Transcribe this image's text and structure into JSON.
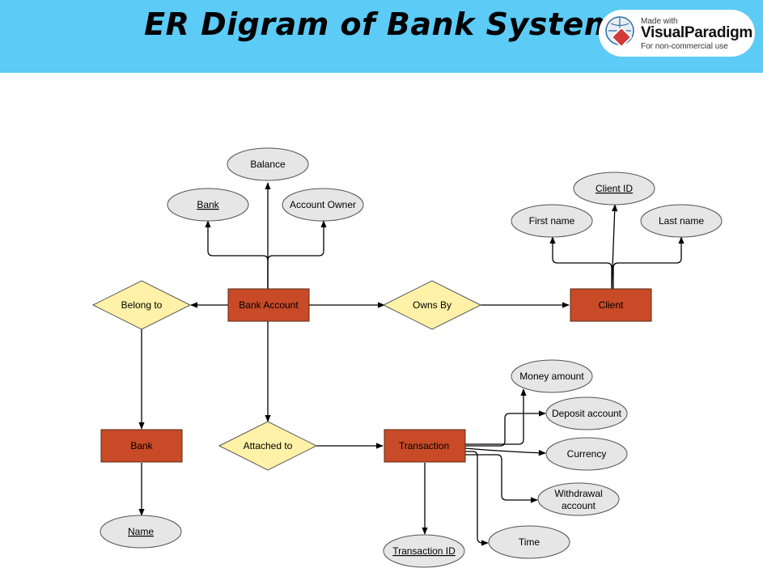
{
  "title": "ER Digram of Bank System",
  "badge": {
    "line1": "Made with",
    "line2": "VisualParadigm",
    "line3": "For non-commercial use",
    "icon": "visual-paradigm-logo"
  },
  "colors": {
    "header_bg": "#5ccbf6",
    "entity_fill": "#c84a27",
    "relationship_fill": "#fff2a8",
    "attribute_fill": "#e6e6e6"
  },
  "entities": {
    "bank_account": "Bank Account",
    "client": "Client",
    "bank": "Bank",
    "transaction": "Transaction"
  },
  "relationships": {
    "belong_to": "Belong to",
    "owns_by": "Owns By",
    "attached_to": "Attached to"
  },
  "attributes": {
    "balance": "Balance",
    "bank": "Bank",
    "account_owner": "Account Owner",
    "client_id": "Client ID",
    "first_name": "First name",
    "last_name": "Last name",
    "money_amount": "Money amount",
    "deposit_account": "Deposit account",
    "currency": "Currency",
    "withdrawal_account_1": "Withdrawal",
    "withdrawal_account_2": "account",
    "time": "Time",
    "transaction_id": "Transaction ID",
    "name": "Name"
  }
}
